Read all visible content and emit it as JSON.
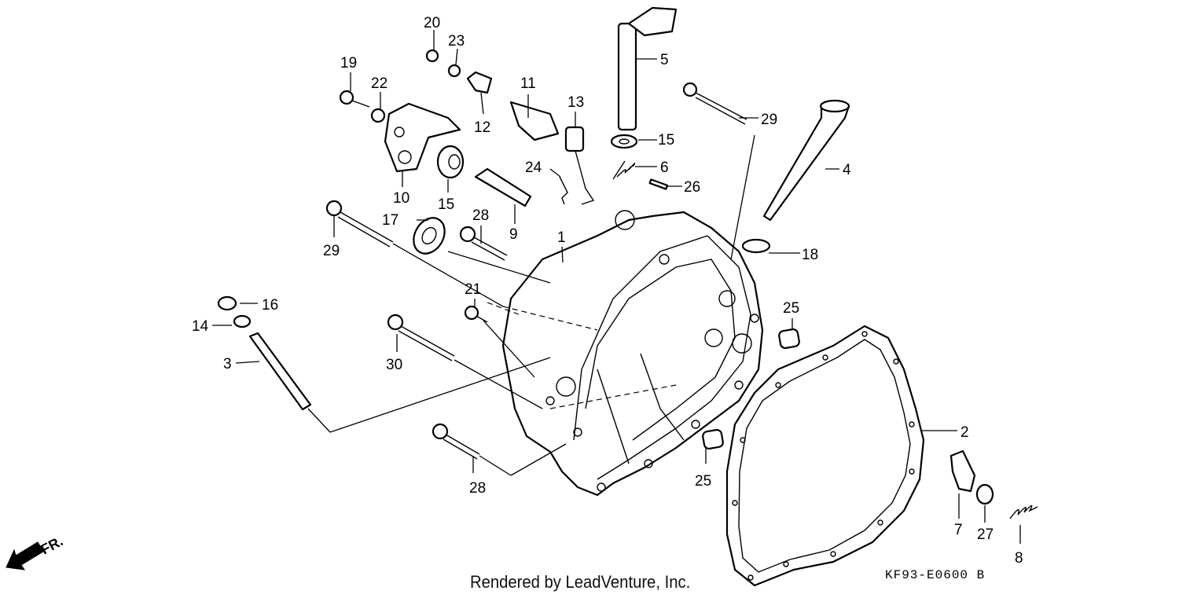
{
  "diagram": {
    "callouts": [
      "1",
      "2",
      "3",
      "4",
      "5",
      "6",
      "7",
      "8",
      "9",
      "10",
      "11",
      "12",
      "13",
      "14",
      "15",
      "15",
      "16",
      "17",
      "18",
      "19",
      "20",
      "21",
      "22",
      "23",
      "24",
      "25",
      "25",
      "26",
      "27",
      "28",
      "28",
      "29",
      "29",
      "30"
    ],
    "footer_credit": "Rendered by LeadVenture, Inc.",
    "drawing_code": "KF93-E0600 B",
    "direction_label": "FR."
  }
}
